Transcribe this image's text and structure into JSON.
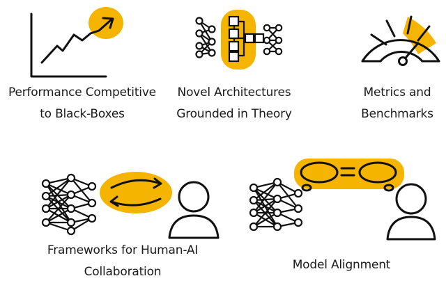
{
  "colors": {
    "ink": "#111111",
    "highlight": "#f5b400",
    "background": "#ffffff"
  },
  "panels": [
    {
      "id": "performance",
      "icon": "performance-chart-icon",
      "lines": [
        "Performance  Competitive",
        "to  Black-Boxes"
      ]
    },
    {
      "id": "architectures",
      "icon": "architecture-icon",
      "lines": [
        "Novel Architectures",
        "Grounded in Theory"
      ]
    },
    {
      "id": "metrics",
      "icon": "gauge-icon",
      "lines": [
        "Metrics and",
        "Benchmarks"
      ]
    },
    {
      "id": "collaboration",
      "icon": "human-ai-collaboration-icon",
      "lines": [
        "Frameworks for Human-AI",
        "Collaboration"
      ]
    },
    {
      "id": "alignment",
      "icon": "model-alignment-icon",
      "lines": [
        "Model Alignment"
      ]
    }
  ]
}
